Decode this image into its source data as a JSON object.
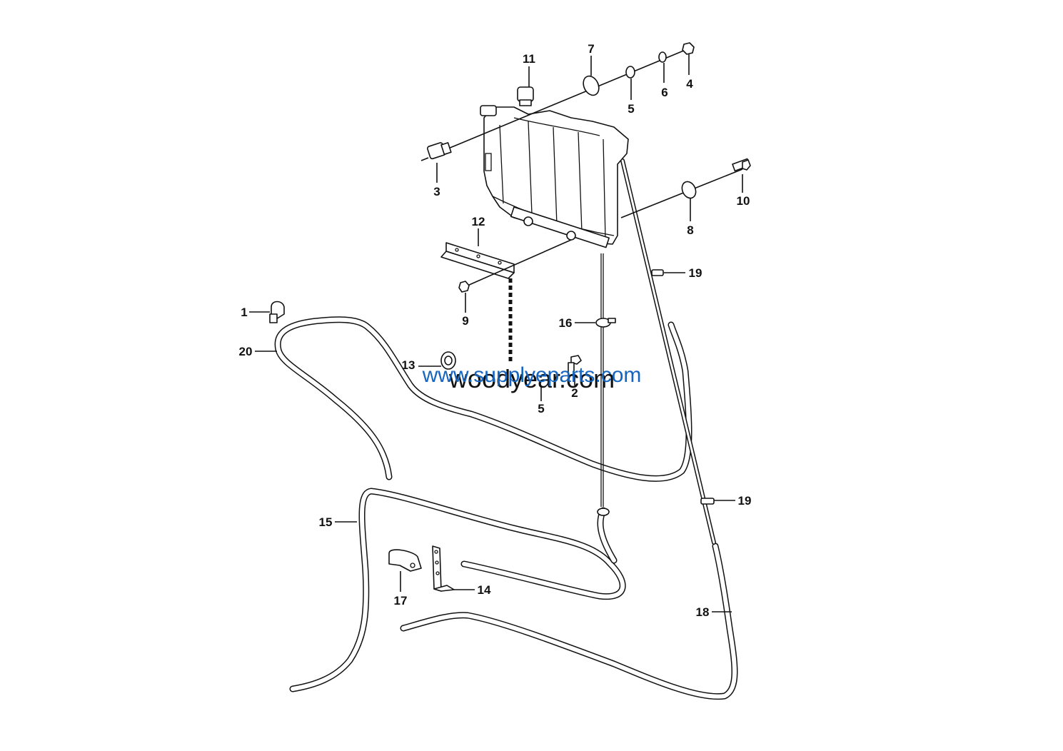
{
  "diagram": {
    "callouts": {
      "c1": "1",
      "c2": "2",
      "c3": "3",
      "c4": "4",
      "c5a": "5",
      "c5b": "5",
      "c6": "6",
      "c7": "7",
      "c8": "8",
      "c9": "9",
      "c10": "10",
      "c11": "11",
      "c12": "12",
      "c13": "13",
      "c14": "14",
      "c15": "15",
      "c16": "16",
      "c17": "17",
      "c18": "18",
      "c19a": "19",
      "c19b": "19",
      "c20": "20"
    },
    "watermark_blue": "www.supplyeparts.com",
    "watermark_black": "woodyear.com"
  }
}
